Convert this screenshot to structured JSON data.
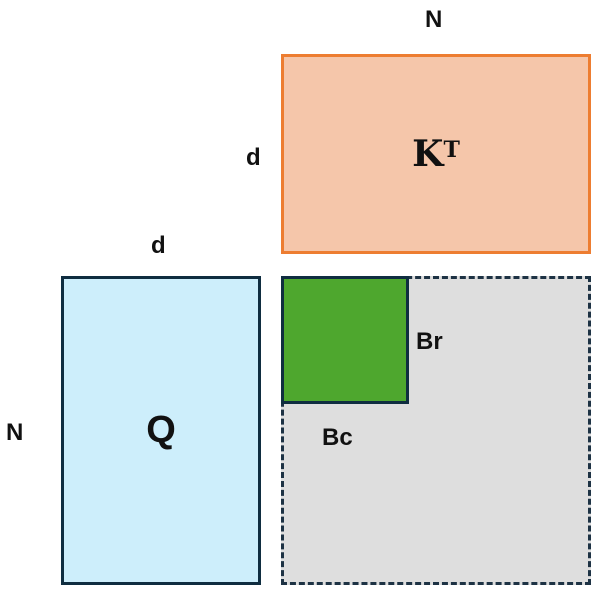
{
  "labels": {
    "kt_n": "N",
    "kt_d": "d",
    "q_d": "d",
    "q_n": "N",
    "br": "Br",
    "bc": "Bc"
  },
  "matrices": {
    "k_letter": "K",
    "k_superscript": "T",
    "q_letter": "Q"
  },
  "colors": {
    "k_fill": "#f5c6aa",
    "k_border": "#ed7d31",
    "q_fill": "#cdeefb",
    "q_border": "#0f2d40",
    "score_fill": "#dedede",
    "score_border": "#1d3244",
    "block_fill": "#4ea72e"
  }
}
